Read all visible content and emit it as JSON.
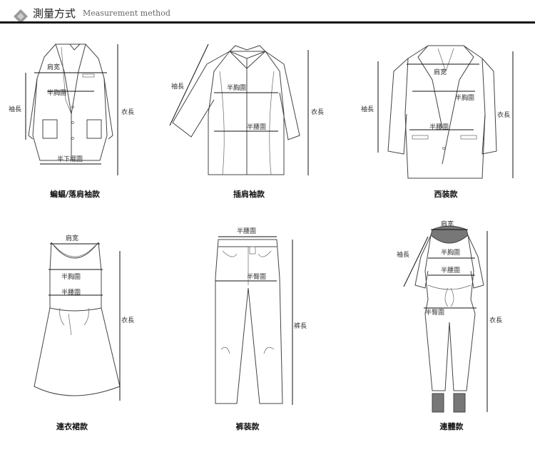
{
  "header": {
    "title": "測量方式",
    "subtitle": "Measurement method"
  },
  "labels": {
    "shoulder": "肩宽",
    "half_chest": "半胸圍",
    "half_waist": "半腰圍",
    "half_hem": "半下擺圍",
    "half_hip": "半臀圍",
    "sleeve": "袖長",
    "length": "衣長",
    "pants_length": "裤長"
  },
  "captions": {
    "bat_sleeve": "蝙蝠/落肩袖款",
    "raglan": "插肩袖款",
    "suit": "西装款",
    "dress": "連衣裙款",
    "pants": "裤装款",
    "jumpsuit": "連體款"
  }
}
